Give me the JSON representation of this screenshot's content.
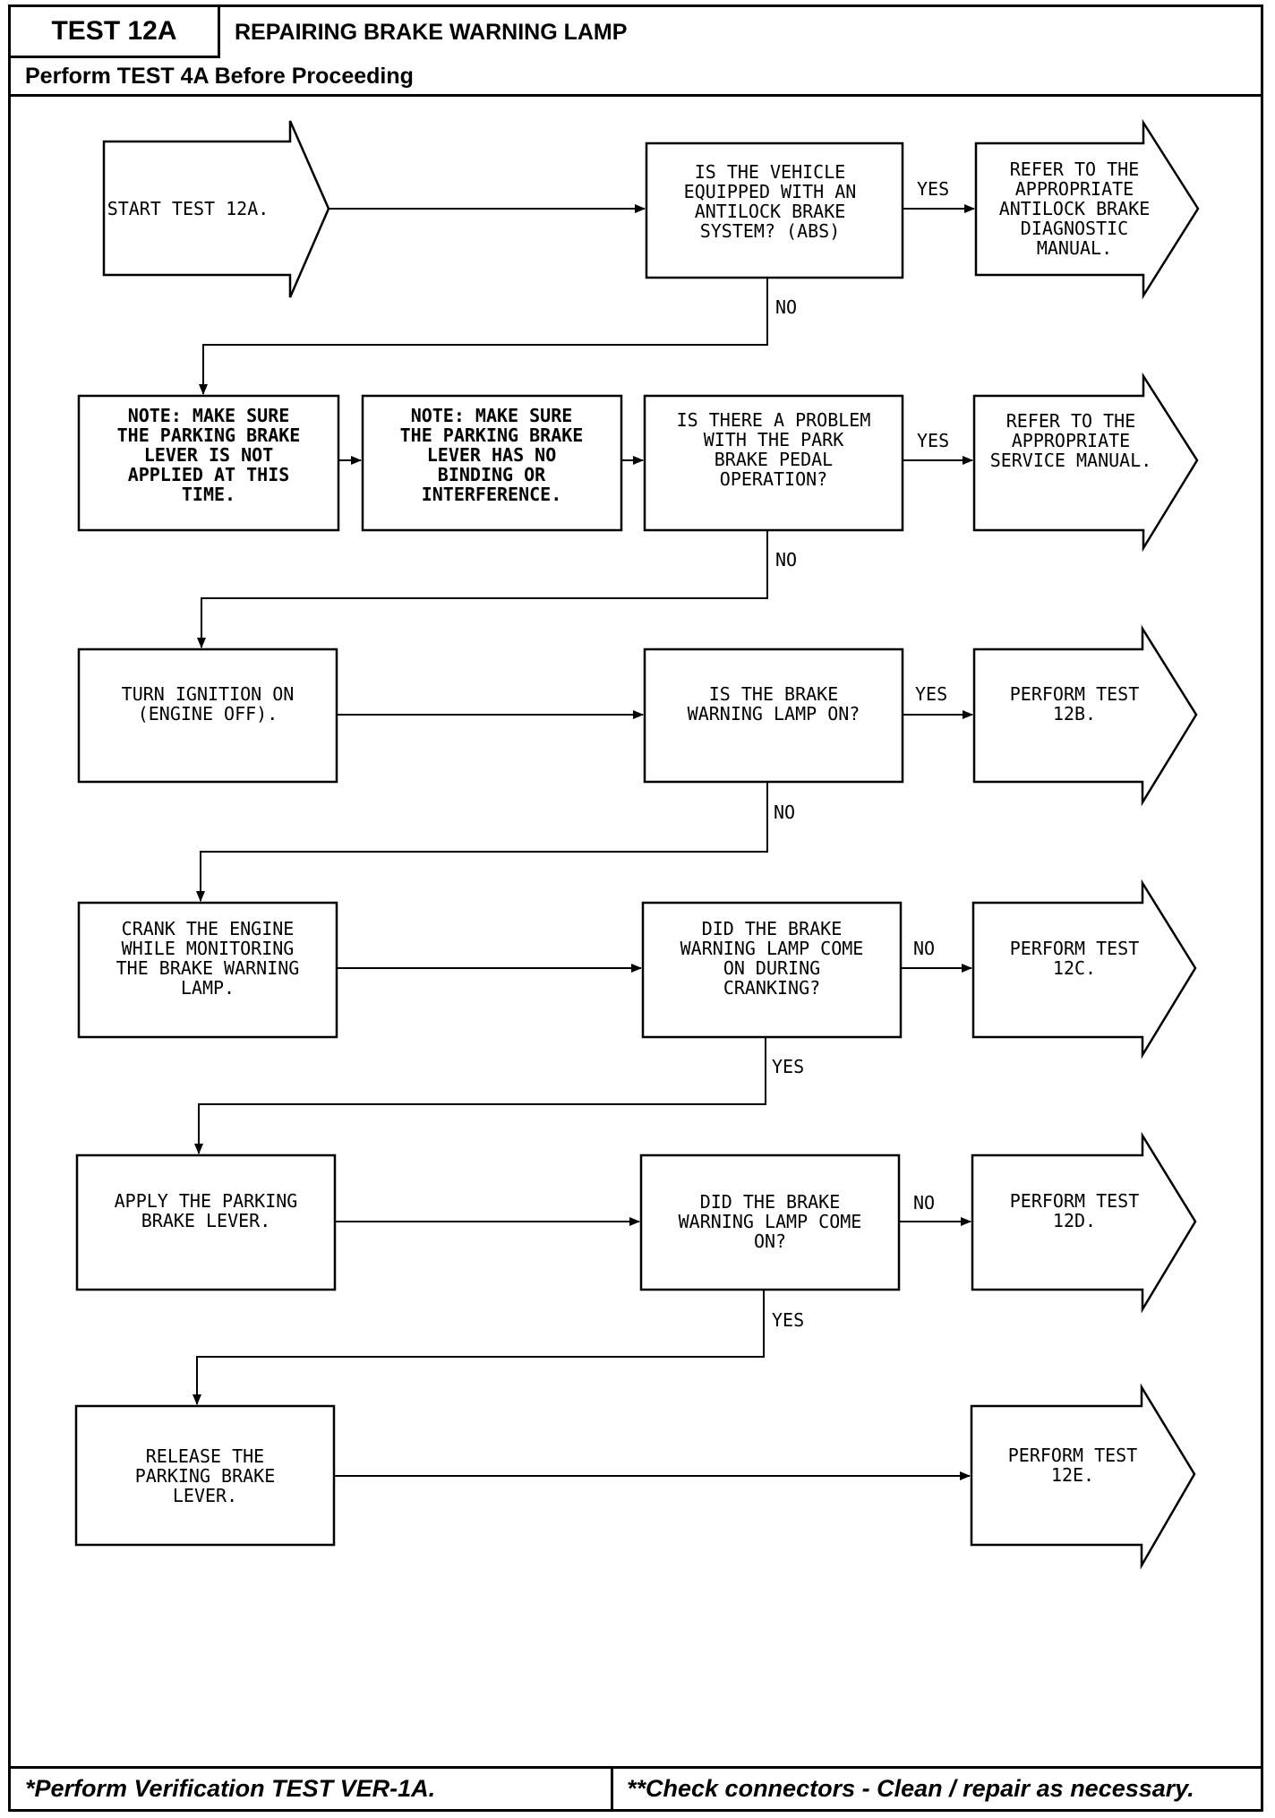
{
  "header": {
    "test_id": "TEST 12A",
    "title": "REPAIRING BRAKE WARNING LAMP",
    "prerequisite": "Perform TEST 4A Before Proceeding"
  },
  "flow": {
    "start": [
      "START TEST 12A."
    ],
    "q_abs": [
      "IS THE VEHICLE",
      "EQUIPPED WITH AN",
      "ANTILOCK BRAKE",
      "SYSTEM? (ABS)"
    ],
    "r_abs": [
      "REFER TO THE",
      "APPROPRIATE",
      "ANTILOCK BRAKE",
      "DIAGNOSTIC",
      "MANUAL."
    ],
    "note_applied": [
      "NOTE: MAKE SURE",
      "THE PARKING BRAKE",
      "LEVER IS NOT",
      "APPLIED AT THIS",
      "TIME."
    ],
    "note_binding": [
      "NOTE: MAKE SURE",
      "THE PARKING BRAKE",
      "LEVER HAS NO",
      "BINDING OR",
      "INTERFERENCE."
    ],
    "q_pedal": [
      "IS THERE A PROBLEM",
      "WITH THE PARK",
      "BRAKE PEDAL",
      "OPERATION?"
    ],
    "r_service": [
      "REFER TO THE",
      "APPROPRIATE",
      "SERVICE MANUAL."
    ],
    "turn_ignition": [
      "TURN IGNITION ON",
      "(ENGINE OFF)."
    ],
    "q_lamp_on": [
      "IS THE BRAKE",
      "WARNING LAMP ON?"
    ],
    "r_12b": [
      "PERFORM TEST",
      "12B."
    ],
    "crank": [
      "CRANK THE ENGINE",
      "WHILE MONITORING",
      "THE BRAKE WARNING",
      "LAMP."
    ],
    "q_cranking": [
      "DID THE BRAKE",
      "WARNING LAMP COME",
      "ON DURING",
      "CRANKING?"
    ],
    "r_12c": [
      "PERFORM TEST",
      "12C."
    ],
    "apply_lever": [
      "APPLY THE PARKING",
      "BRAKE LEVER."
    ],
    "q_come_on": [
      "DID THE BRAKE",
      "WARNING LAMP COME",
      "ON?"
    ],
    "r_12d": [
      "PERFORM TEST",
      "12D."
    ],
    "release_lever": [
      "RELEASE THE",
      "PARKING BRAKE",
      "LEVER."
    ],
    "r_12e": [
      "PERFORM TEST",
      "12E."
    ],
    "labels": {
      "yes_abs": "YES",
      "no_abs": "NO",
      "yes_pedal": "YES",
      "no_pedal": "NO",
      "yes_lamp": "YES",
      "no_lamp": "NO",
      "no_crank": "NO",
      "yes_crank": "YES",
      "no_come": "NO",
      "yes_come": "YES"
    }
  },
  "footer": {
    "left": "*Perform Verification TEST VER-1A.",
    "right": "**Check connectors - Clean / repair as necessary."
  }
}
